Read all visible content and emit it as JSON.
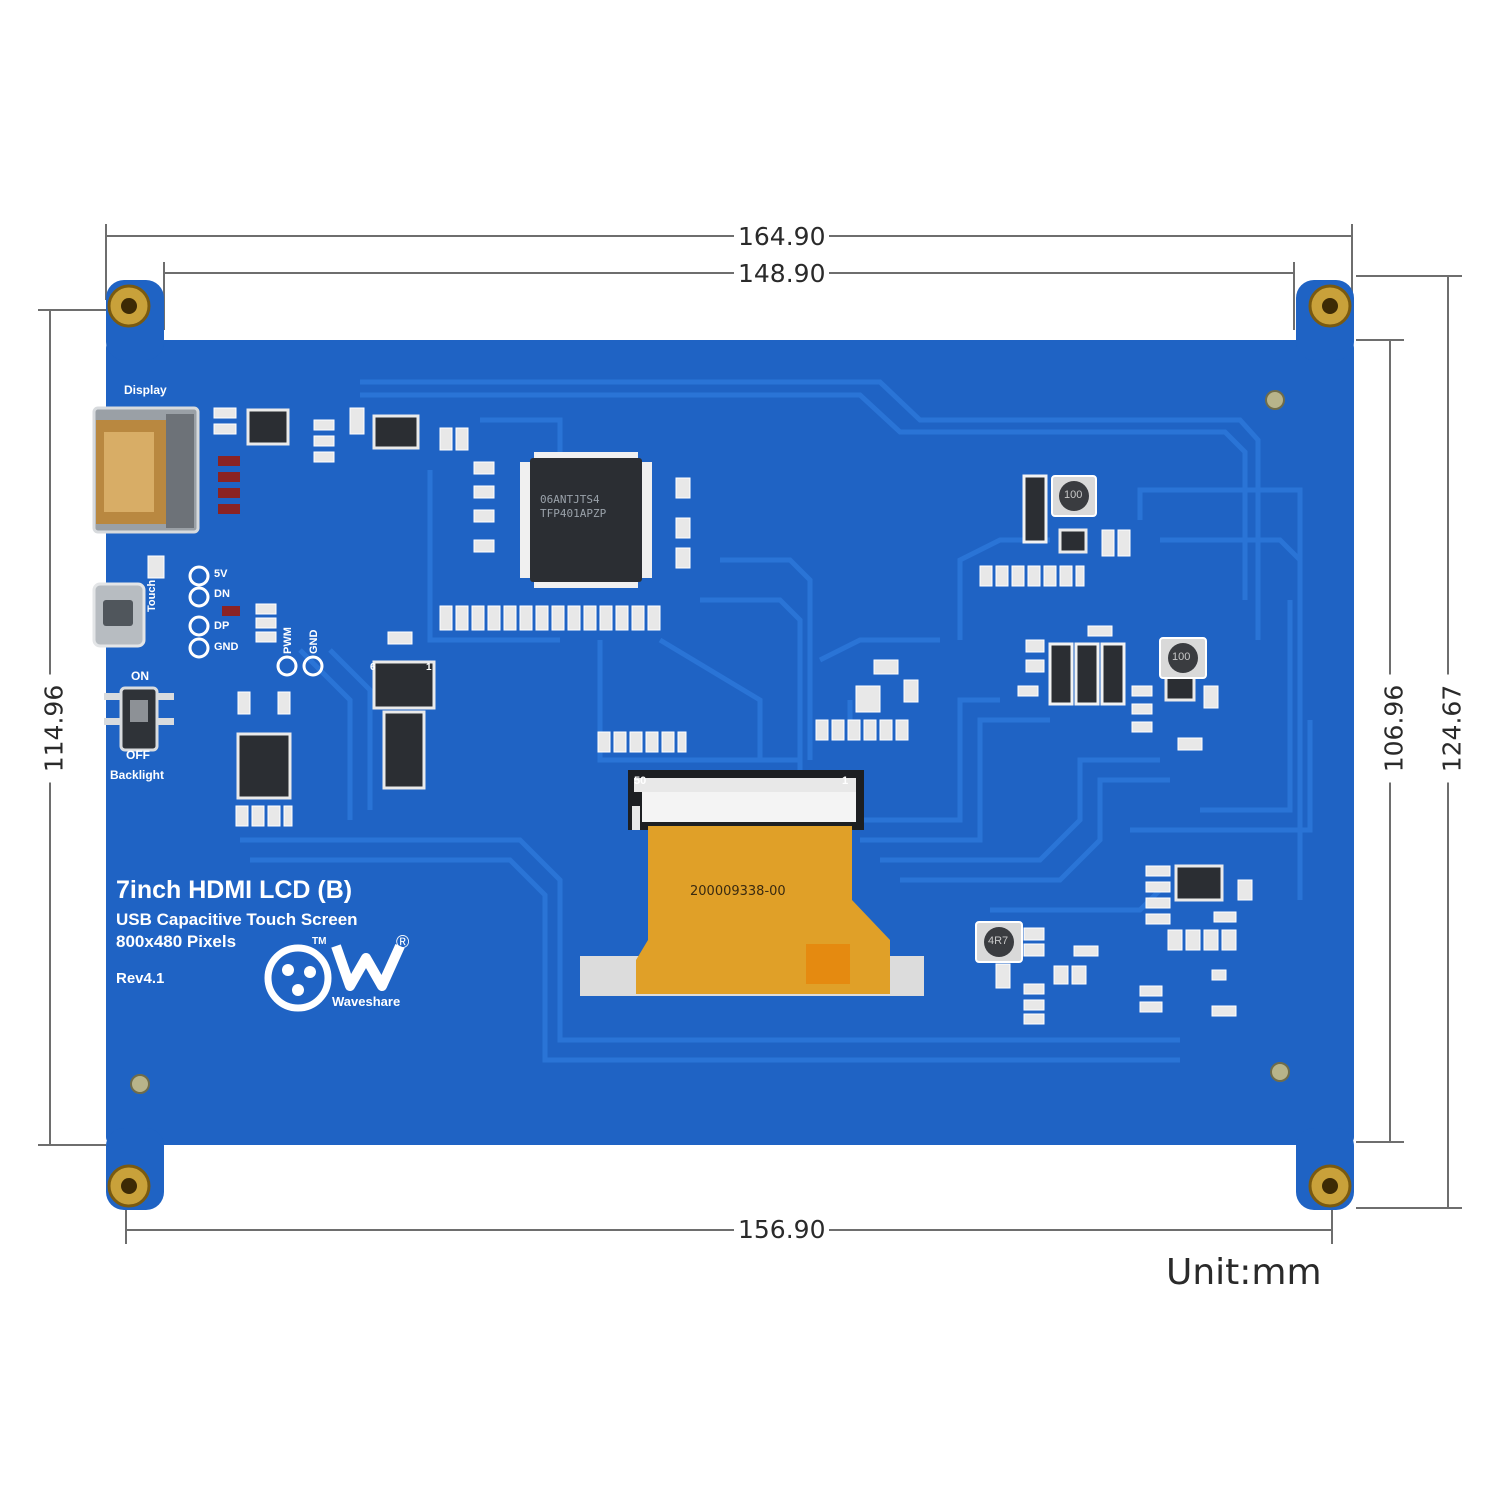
{
  "dimensions": {
    "outer_width": "164.90",
    "hole_spacing_width": "148.90",
    "bottom_width": "156.90",
    "left_height": "114.96",
    "inner_height": "106.96",
    "outer_height": "124.67",
    "unit_label": "Unit:mm"
  },
  "board": {
    "title": "7inch HDMI LCD (B)",
    "subtitle_1": "USB Capacitive Touch Screen",
    "subtitle_2": "800x480 Pixels",
    "revision": "Rev4.1",
    "brand": "Waveshare",
    "tm": "TM",
    "registered": "®",
    "display_label": "Display",
    "touch_label": "Touch",
    "backlight_label": "Backlight",
    "on_label": "ON",
    "off_label": "OFF",
    "pins_left": [
      "5V",
      "DN",
      "DP",
      "GND"
    ],
    "pins_pwm": [
      "PWM",
      "GND"
    ],
    "fpc_code": "200009338-00",
    "fpc_pin_50": "50",
    "fpc_pin_1": "1",
    "chip_text_1": "06ANTJTS4",
    "chip_text_2": "TFP401APZP",
    "inductor_1": "100",
    "inductor_2": "100",
    "inductor_3": "4R7",
    "conn_6": "6",
    "conn_1": "1"
  },
  "colors": {
    "pcb": "#1f63c4",
    "pcb_trace": "#2a74d6",
    "mount": "#c9a13a",
    "fpc": "#e0a028",
    "silk": "#ffffff",
    "dim_line": "#6e6e6e"
  }
}
